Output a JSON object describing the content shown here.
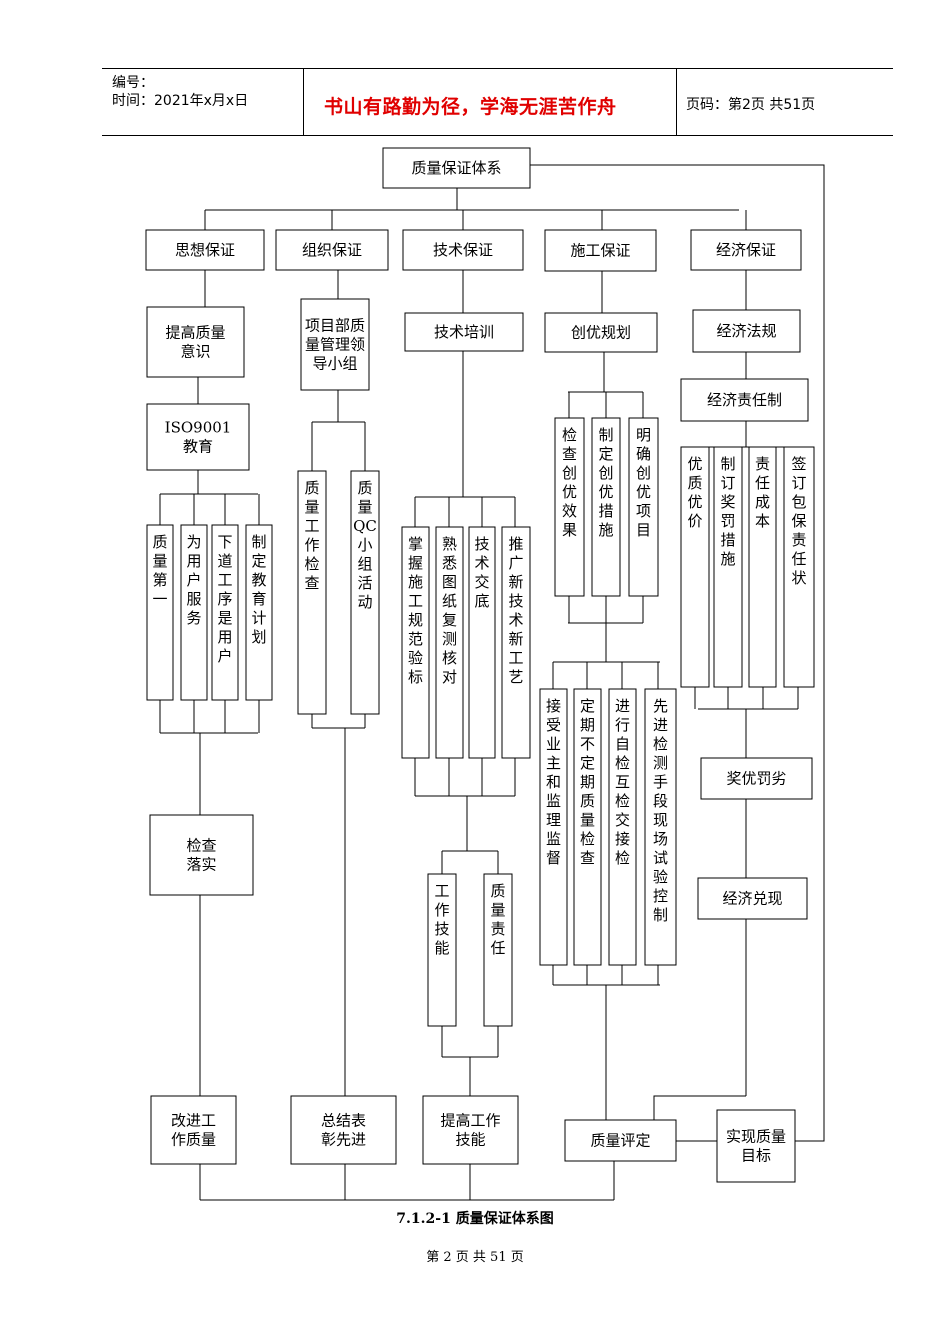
{
  "header": {
    "number_label": "编号：",
    "time_label": "时间：2021年x月x日",
    "motto": "书山有路勤为径，学海无涯苦作舟",
    "page_code": "页码：第2页  共51页"
  },
  "diagram": {
    "root": "质量保证体系",
    "categories": [
      "思想保证",
      "组织保证",
      "技术保证",
      "施工保证",
      "经济保证"
    ],
    "thought": {
      "awareness": "提高质量意识",
      "iso": "ISO9001教育",
      "items": [
        "质量第一",
        "为用户服务",
        "下道工序是用户",
        "制定教育计划"
      ],
      "check": "检查落实",
      "improve": "改进工作质量"
    },
    "org": {
      "group": "项目部质量管理领导小组",
      "items": [
        "质量工作检查",
        "质量QC小组活动"
      ],
      "summary": "总结表彰先进"
    },
    "tech": {
      "training": "技术培训",
      "items": [
        "掌握施工规范验标",
        "熟悉图纸复测核对",
        "技术交底",
        "推广新技术新工艺"
      ],
      "items2": [
        "工作技能",
        "质量责任"
      ],
      "improve": "提高工作技能"
    },
    "construction": {
      "plan": "创优规划",
      "items": [
        "检查创优效果",
        "制定创优措施",
        "明确创优项目"
      ],
      "items2": [
        "接受业主和监理监督",
        "定期不定期质量检查",
        "进行自检互检交接检",
        "先进检测手段现场试验控制"
      ],
      "evaluation": "质量评定"
    },
    "economic": {
      "law": "经济法规",
      "responsibility": "经济责任制",
      "items": [
        "优质优价",
        "制订奖罚措施",
        "责任成本",
        "签订包保责任状"
      ],
      "reward": "奖优罚劣",
      "cash": "经济兑现"
    },
    "goal": "实现质量目标"
  },
  "caption": "7.1.2-1 质量保证体系图",
  "footer": "第 2 页 共 51 页"
}
